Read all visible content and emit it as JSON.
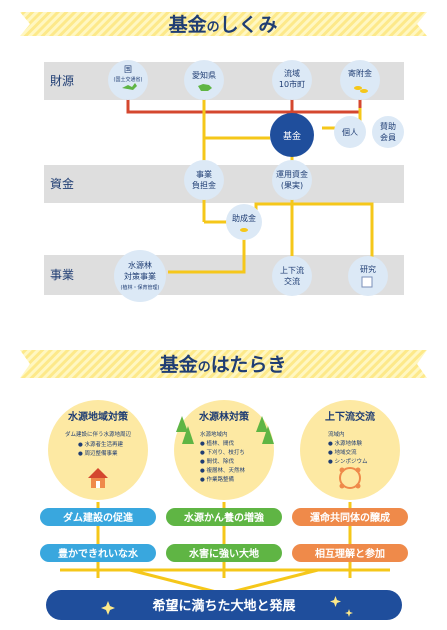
{
  "colors": {
    "navy": "#1f4e9c",
    "band": "#d9d9d9",
    "yellow": "#f5c71a",
    "red": "#d4472f",
    "light_blue": "#dce9f6",
    "light_yellow": "#fff4b8",
    "blue_pill": "#39a7de",
    "green_pill": "#5fb544",
    "orange_pill": "#ef8a4a"
  },
  "section1": {
    "title_main": "基金",
    "title_no": "の",
    "title_rest": "しくみ"
  },
  "section2": {
    "title_main": "基金",
    "title_no": "の",
    "title_rest": "はたらき"
  },
  "bands": {
    "zaigen": "財源",
    "shikin": "資金",
    "jigyo": "事業"
  },
  "nodes": {
    "kuni": "国",
    "kuni_sub": "(国土交通省)",
    "aichi": "愛知県",
    "ryuiki_1": "流域",
    "ryuiki_2": "10市町",
    "kifukin": "寄附金",
    "kikin": "基金",
    "kojin": "個人",
    "sanjo_1": "賛助",
    "sanjo_2": "会員",
    "jigyo_futan_1": "事業",
    "jigyo_futan_2": "負担金",
    "unyo_1": "運用資金",
    "unyo_2": "(果実)",
    "josei": "助成金",
    "suigen_1": "水源林",
    "suigen_2": "対策事業",
    "suigen_sub": "(植林・保育管理)",
    "jogeryu_1": "上下流",
    "jogeryu_2": "交流",
    "kenkyu": "研究"
  },
  "circles": [
    {
      "title": "水源地域対策",
      "items": [
        "ダム建設に伴う水源地周辺",
        "● 水源者生活再建",
        "● 周辺整備事業"
      ]
    },
    {
      "title": "水源林対策",
      "items": [
        "水源地域内",
        "● 植林、間伐",
        "● 下刈り、枝打ち",
        "● 間伐、除伐",
        "● 複層林、天然林",
        "● 作業路整備"
      ]
    },
    {
      "title": "上下流交流",
      "items": [
        "流域内",
        "● 水源地体験",
        "● 地域交流",
        "● シンポジウム"
      ]
    }
  ],
  "pills_row1": [
    "ダム建設の促進",
    "水源かん養の増強",
    "運命共同体の醸成"
  ],
  "pills_row2": [
    "豊かできれいな水",
    "水害に強い大地",
    "相互理解と参加"
  ],
  "final_banner": "希望に満ちた大地と発展"
}
